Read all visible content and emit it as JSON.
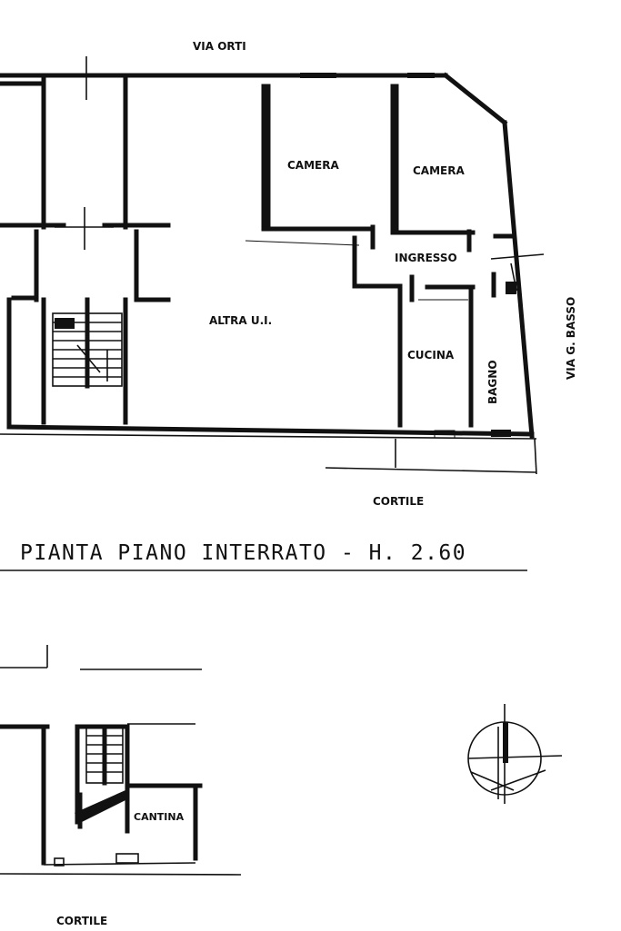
{
  "labels": {
    "street_top": "VIA ORTI",
    "street_right": "VIA G. BASSO",
    "room_camera_1": "CAMERA",
    "room_camera_2": "CAMERA",
    "room_ingresso": "INGRESSO",
    "room_altra_ui": "ALTRA U.I.",
    "room_cucina": "CUCINA",
    "room_bagno": "BAGNO",
    "cortile_upper": "CORTILE",
    "cortile_lower": "CORTILE",
    "room_cantina": "CANTINA"
  },
  "plan_title": "PIANTA PIANO INTERRATO - H. 2.60"
}
